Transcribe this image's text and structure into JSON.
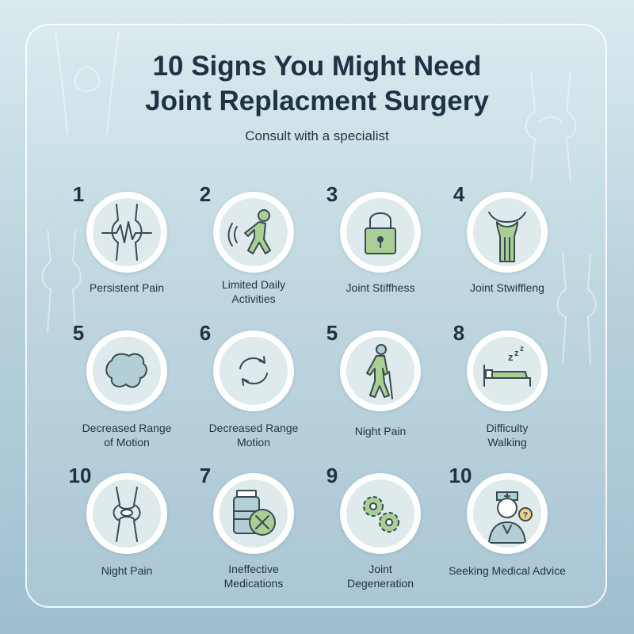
{
  "title_line1": "10 Signs You Might Need",
  "title_line2": "Joint Replacment Surgery",
  "subtitle": "Consult with a specialist",
  "items": [
    {
      "number": "1",
      "label": "Persistent Pain",
      "icon": "pain-knee-icon"
    },
    {
      "number": "2",
      "label": "Limited Daily\nActivities",
      "icon": "walking-person-icon"
    },
    {
      "number": "3",
      "label": "Joint Stiffhess",
      "icon": "padlock-icon"
    },
    {
      "number": "4",
      "label": "Joint Stwiffleng",
      "icon": "joint-bone-icon"
    },
    {
      "number": "5",
      "label": "Decreased Range\nof Motion",
      "icon": "swollen-joint-icon"
    },
    {
      "number": "6",
      "label": "Decreased Range\nMotion",
      "icon": "rotate-arrows-icon"
    },
    {
      "number": "5",
      "label": "Night Pain",
      "icon": "person-with-cane-icon"
    },
    {
      "number": "8",
      "label": "Difficulty\nWalking",
      "icon": "bed-sleep-icon"
    },
    {
      "number": "10",
      "label": "Night Pain",
      "icon": "knee-joint-icon"
    },
    {
      "number": "7",
      "label": "Ineffective\nMedications",
      "icon": "medication-bottle-icon"
    },
    {
      "number": "9",
      "label": "Joint\nDegeneration",
      "icon": "gears-icon"
    },
    {
      "number": "10",
      "label": "Seeking Medical Advice",
      "icon": "doctor-icon"
    }
  ]
}
